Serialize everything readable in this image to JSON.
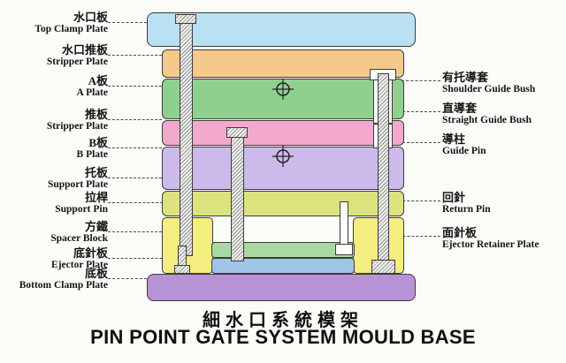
{
  "title": {
    "zh": "細水口系統模架",
    "en": "PIN POINT GATE SYSTEM MOULD BASE"
  },
  "left_labels": [
    {
      "zh": "水口板",
      "en": "Top Clamp Plate"
    },
    {
      "zh": "水口推板",
      "en": "Stripper Plate"
    },
    {
      "zh": "A板",
      "en": "A Plate"
    },
    {
      "zh": "推板",
      "en": "Stripper Plate"
    },
    {
      "zh": "B板",
      "en": "B Plate"
    },
    {
      "zh": "托板",
      "en": "Support Plate"
    },
    {
      "zh": "拉桿",
      "en": "Support Pin"
    },
    {
      "zh": "方鐵",
      "en": "Spacer Block"
    },
    {
      "zh": "底針板",
      "en": "Ejector Plate"
    },
    {
      "zh": "底板",
      "en": "Bottom Clamp Plate"
    }
  ],
  "right_labels": [
    {
      "zh": "有托導套",
      "en": "Shoulder Guide Bush"
    },
    {
      "zh": "直導套",
      "en": "Straight Guide Bush"
    },
    {
      "zh": "導柱",
      "en": "Guide Pin"
    },
    {
      "zh": "回針",
      "en": "Return Pin"
    },
    {
      "zh": "面針板",
      "en": "Ejector Retainer Plate"
    }
  ],
  "colors": {
    "top_clamp_plate": "#b9e1f3",
    "stripper_plate_upper": "#f5c98c",
    "a_plate": "#8fd08f",
    "stripper_plate_lower": "#f3a9cb",
    "b_plate": "#ccbaeb",
    "support_plate": "#dce37e",
    "spacer_block": "#f4ee80",
    "ejector_retainer_plate": "#a9d8a2",
    "ejector_plate": "#9fc4e8",
    "bottom_clamp_plate": "#b793d6"
  }
}
